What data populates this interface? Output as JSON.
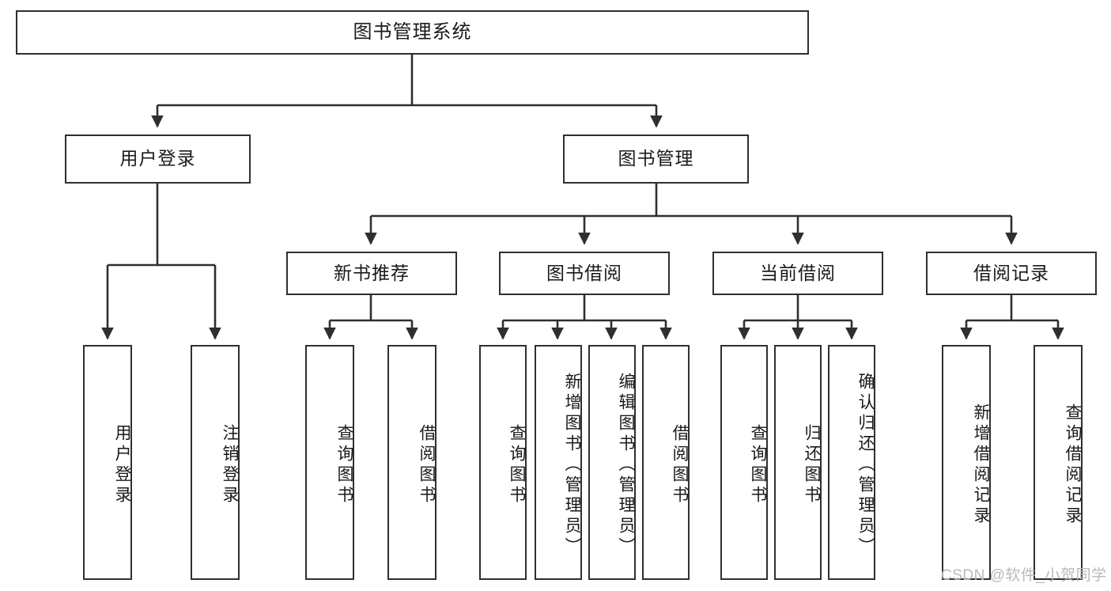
{
  "diagram": {
    "type": "tree-hierarchy",
    "title": "图书管理系统",
    "watermark": "CSDN @软件_小贺同学",
    "colors": {
      "box_border": "#2f2f2f",
      "box_fill": "#ffffff",
      "line": "#2f2f2f",
      "text": "#1a1a1a",
      "watermark": "#b9b9b9"
    },
    "root": {
      "label": "图书管理系统"
    },
    "level2": [
      {
        "label": "用户登录"
      },
      {
        "label": "图书管理"
      }
    ],
    "level3": [
      {
        "label": "新书推荐"
      },
      {
        "label": "图书借阅"
      },
      {
        "label": "当前借阅"
      },
      {
        "label": "借阅记录"
      }
    ],
    "leaves": {
      "user_login": [
        {
          "label": "用户登录"
        },
        {
          "label": "注销登录"
        }
      ],
      "new_book_recommend": [
        {
          "label": "查询图书"
        },
        {
          "label": "借阅图书"
        }
      ],
      "book_borrow": [
        {
          "label": "查询图书"
        },
        {
          "label": "新增图书（管理员）"
        },
        {
          "label": "编辑图书（管理员）"
        },
        {
          "label": "借阅图书"
        }
      ],
      "current_borrow": [
        {
          "label": "查询图书"
        },
        {
          "label": "归还图书"
        },
        {
          "label": "确认归还（管理员）"
        }
      ],
      "borrow_record": [
        {
          "label": "新增借阅记录"
        },
        {
          "label": "查询借阅记录"
        }
      ]
    }
  }
}
